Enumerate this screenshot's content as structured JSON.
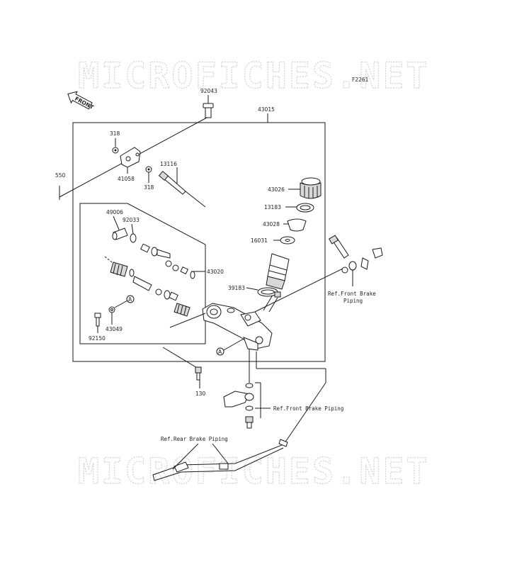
{
  "watermark": "MICROFICHES.NET",
  "figure_code": "F2261",
  "front_label": "FRONT",
  "parts": {
    "p92043": "92043",
    "p43015": "43015",
    "p318a": "318",
    "p41058": "41058",
    "p318b": "318",
    "p13116": "13116",
    "p550": "550",
    "p43026": "43026",
    "p13183": "13183",
    "p43028": "43028",
    "p16031": "16031",
    "p49006": "49006",
    "p92033": "92033",
    "p43020": "43020",
    "p39183": "39183",
    "p92150": "92150",
    "p43049": "43049",
    "p130": "130"
  },
  "callout_a": "A",
  "refs": {
    "front_brake_1_line1": "Ref.Front Brake",
    "front_brake_1_line2": "Piping",
    "front_brake_2": "Ref.Front Brake Piping",
    "rear_brake": "Ref.Rear Brake Piping"
  }
}
